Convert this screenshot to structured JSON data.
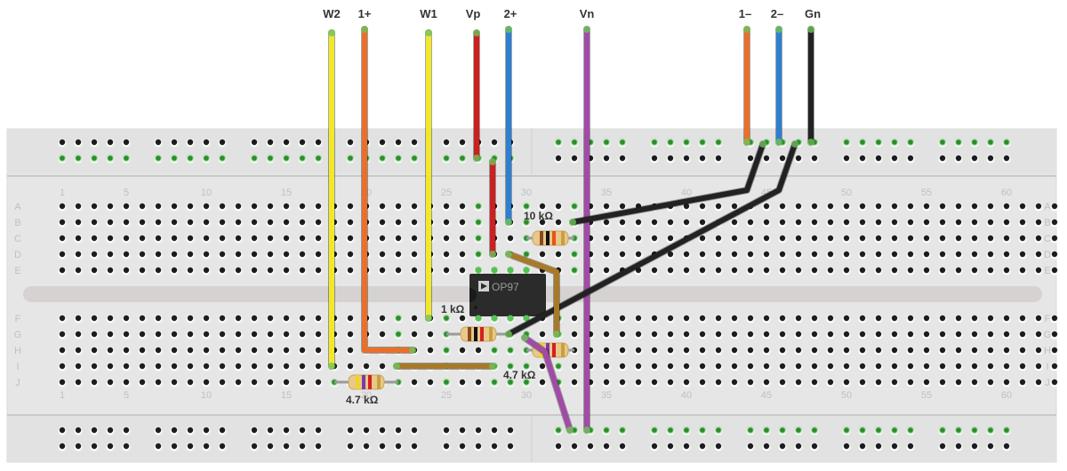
{
  "title": "OP97 breadboard circuit",
  "board": {
    "columns": 63,
    "rows_top": [
      "A",
      "B",
      "C",
      "D",
      "E"
    ],
    "rows_bottom": [
      "F",
      "G",
      "H",
      "I",
      "J"
    ],
    "column_number_labels": [
      "1",
      "5",
      "10",
      "15",
      "20",
      "25",
      "30",
      "35",
      "40",
      "45",
      "50",
      "55",
      "60"
    ],
    "rail_groups": 10
  },
  "terminal_labels": [
    {
      "id": "W2",
      "text": "W2"
    },
    {
      "id": "p1",
      "text": "1+"
    },
    {
      "id": "W1",
      "text": "W1"
    },
    {
      "id": "Vp",
      "text": "Vp"
    },
    {
      "id": "p2",
      "text": "2+"
    },
    {
      "id": "Vn",
      "text": "Vn"
    },
    {
      "id": "m1",
      "text": "1–"
    },
    {
      "id": "m2",
      "text": "2–"
    },
    {
      "id": "Gn",
      "text": "Gn"
    }
  ],
  "chip": {
    "part": "OP97",
    "logo": "analog-devices-logo"
  },
  "resistors": [
    {
      "id": "r10k",
      "label": "10 kΩ",
      "bands": [
        "#8a4a1e",
        "#111111",
        "#e8541a"
      ]
    },
    {
      "id": "r1k",
      "label": "1 kΩ",
      "bands": [
        "#8a4a1e",
        "#111111",
        "#d42020"
      ]
    },
    {
      "id": "r47k_a",
      "label": "4.7 kΩ",
      "bands": [
        "#f1d320",
        "#7a3aa8",
        "#d42020"
      ]
    },
    {
      "id": "r47k_b",
      "label": "4.7 kΩ",
      "bands": [
        "#f1d320",
        "#7a3aa8",
        "#d42020"
      ]
    }
  ],
  "wire_colors": {
    "yellow": "#f2e82a",
    "orange": "#e8702a",
    "red": "#cc2020",
    "blue": "#2e7fd0",
    "purple": "#a24aa8",
    "black": "#222222",
    "brown": "#a87a28"
  },
  "hole_colors": {
    "empty": "#1c1c1c",
    "connected": "#2f8a2f"
  }
}
